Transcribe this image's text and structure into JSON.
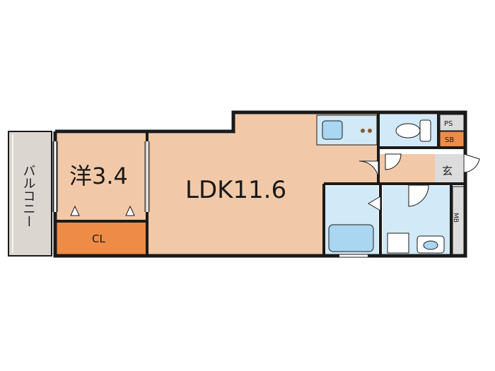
{
  "rooms": {
    "bedroom": "洋3.4",
    "ldk": "LDK11.6",
    "closet": "CL",
    "balcony": "バルコニー",
    "entrance": "玄",
    "pipe_space": "PS",
    "shoe_box": "SB",
    "meter_box": "MB"
  },
  "colors": {
    "floor": "#F2C9A8",
    "closet": "#EE8C47",
    "wet_area": "#D2E9F7",
    "fixture": "#A9D6F1",
    "balcony": "#DCD6D1",
    "storage": "#DCDCDC",
    "wall": "#1A1A1A"
  }
}
